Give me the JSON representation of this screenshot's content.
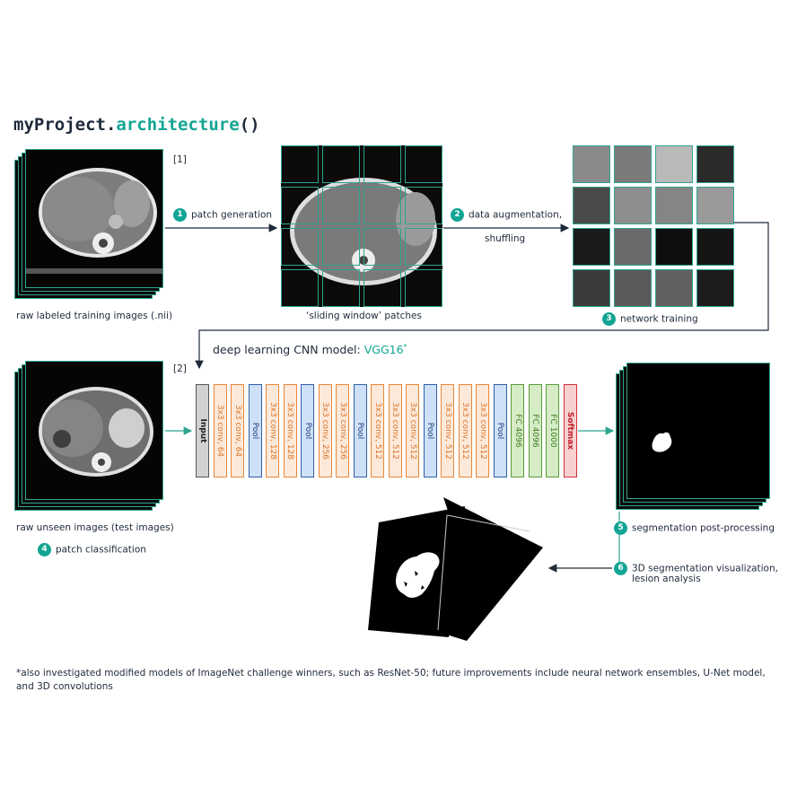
{
  "title": {
    "object": "myProject",
    "dot": ".",
    "method": "architecture",
    "parens": "()"
  },
  "refs": {
    "r1": "[1]",
    "r2": "[2]"
  },
  "steps": {
    "s1": {
      "num": "1",
      "label": "patch generation"
    },
    "s2": {
      "num": "2",
      "label": "data augmentation,",
      "label2": "shuffling"
    },
    "s3": {
      "num": "3",
      "label": "network training"
    },
    "s4": {
      "num": "4",
      "label": "patch classification"
    },
    "s5": {
      "num": "5",
      "label": "segmentation post-processing"
    },
    "s6": {
      "num": "6",
      "label": "3D segmentation visualization,",
      "label2": "lesion analysis"
    }
  },
  "captions": {
    "training": "raw labeled training images (.nii)",
    "patches": "‘sliding window’ patches",
    "unseen": "raw unseen images (test images)"
  },
  "model": {
    "prefix": "deep learning CNN model: ",
    "name": "VGG16",
    "star": "*"
  },
  "layers": [
    {
      "kind": "input",
      "label": "Input"
    },
    {
      "kind": "conv",
      "label": "3x3 conv, 64"
    },
    {
      "kind": "conv",
      "label": "3x3 conv, 64"
    },
    {
      "kind": "pool",
      "label": "Pool"
    },
    {
      "kind": "conv",
      "label": "3x3 conv, 128"
    },
    {
      "kind": "conv",
      "label": "3x3 conv, 128"
    },
    {
      "kind": "pool",
      "label": "Pool"
    },
    {
      "kind": "conv",
      "label": "3x3 conv, 256"
    },
    {
      "kind": "conv",
      "label": "3x3 conv, 256"
    },
    {
      "kind": "pool",
      "label": "Pool"
    },
    {
      "kind": "conv",
      "label": "3x3 conv, 512"
    },
    {
      "kind": "conv",
      "label": "3x3 conv, 512"
    },
    {
      "kind": "conv",
      "label": "3x3 conv, 512"
    },
    {
      "kind": "pool",
      "label": "Pool"
    },
    {
      "kind": "conv",
      "label": "3x3 conv, 512"
    },
    {
      "kind": "conv",
      "label": "3x3 conv, 512"
    },
    {
      "kind": "conv",
      "label": "3x3 conv, 512"
    },
    {
      "kind": "pool",
      "label": "Pool"
    },
    {
      "kind": "fc",
      "label": "FC 4096"
    },
    {
      "kind": "fc",
      "label": "FC 4096"
    },
    {
      "kind": "fc",
      "label": "FC 1000"
    },
    {
      "kind": "soft",
      "label": "Softmax"
    }
  ],
  "footnote": "*also investigated modified models of ImageNet challenge winners, such as ResNet-50; future improvements include neural network ensembles, U-Net model, and 3D convolutions",
  "colors": {
    "teal": "#13a593",
    "navy": "#1e2a3a",
    "frame": "#2ea58f"
  }
}
